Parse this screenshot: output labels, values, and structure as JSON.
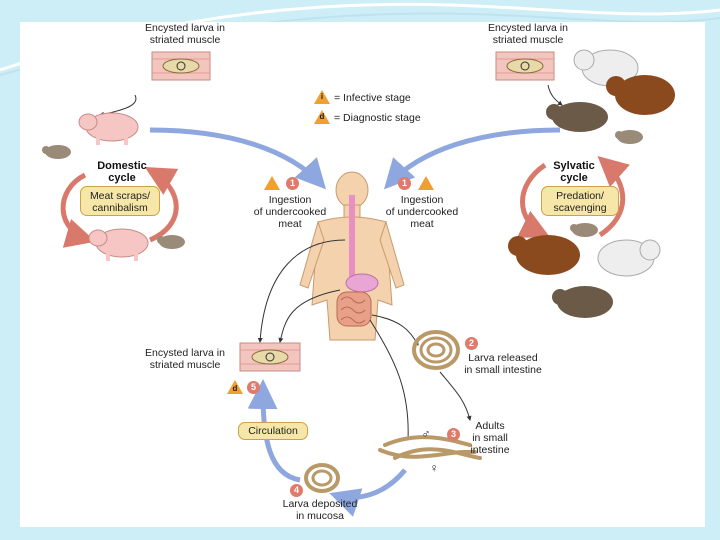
{
  "colors": {
    "background": "#cdeef6",
    "arrow_blue": "#8ea8df",
    "arrow_red": "#d9796b",
    "tan_box": "#f6e6a8",
    "badge": "#e07a6a",
    "skin": "#f3d2ad"
  },
  "legend": {
    "infective_symbol": "i",
    "infective_label": "= Infective stage",
    "diagnostic_symbol": "d",
    "diagnostic_label": "= Diagnostic stage"
  },
  "domestic": {
    "muscle_label": "Encysted larva in\nstriated muscle",
    "title": "Domestic\ncycle",
    "box": "Meat scraps/\ncannibalism"
  },
  "sylvatic": {
    "muscle_label": "Encysted larva in\nstriated muscle",
    "title": "Sylvatic\ncycle",
    "box": "Predation/\nscavenging"
  },
  "ingestion_left": {
    "step": "1",
    "text": "Ingestion\nof undercooked\nmeat"
  },
  "ingestion_right": {
    "step": "1",
    "text": "Ingestion\nof undercooked\nmeat"
  },
  "step2": {
    "step": "2",
    "text": "Larva released\nin small intestine"
  },
  "step3": {
    "step": "3",
    "text": "Adults\nin small\nintestine",
    "male": "♂",
    "female": "♀"
  },
  "step4": {
    "step": "4",
    "text": "Larva deposited\nin mucosa"
  },
  "step5": {
    "step": "5",
    "text": "Encysted larva in\nstriated muscle"
  },
  "circulation": "Circulation",
  "icons": [
    "pig-icon",
    "rat-icon",
    "bear-icon",
    "boar-icon",
    "human-figure-icon",
    "worm-icon",
    "muscle-cyst-icon"
  ]
}
